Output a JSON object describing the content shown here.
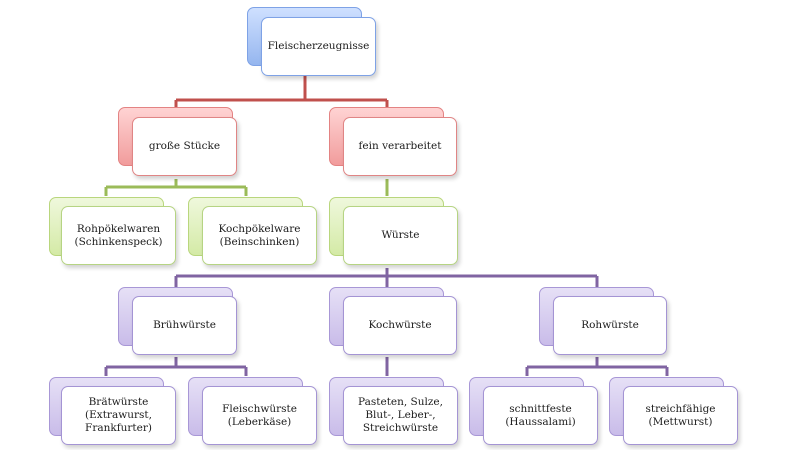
{
  "diagram": {
    "root": {
      "label": "Fleischerzeugnisse"
    },
    "level1": {
      "grosse_stuecke": "große Stücke",
      "fein_verarbeitet": "fein verarbeitet"
    },
    "level2": {
      "rohpoekelwaren": "Rohpökelwaren\n(Schinkenspeck)",
      "kochpoekelware": "Kochpökelware\n(Beinschinken)",
      "wuerste": "Würste"
    },
    "level3": {
      "bruehwuerste": "Brühwürste",
      "kochwuerste": "Kochwürste",
      "rohwuerste": "Rohwürste"
    },
    "level4": {
      "braetwuerste": "Brätwürste\n(Extrawurst,\nFrankfurter)",
      "fleischwuerste": "Fleischwürste\n(Leberkäse)",
      "pasteten": "Pasteten, Sulze,\nBlut-, Leber-,\nStreichwürste",
      "schnittfeste": "schnittfeste\n(Haussalami)",
      "streichfaehige": "streichfähige\n(Mettwurst)"
    },
    "colors": {
      "level0": "#7ea2e6",
      "level1": "#c0504d",
      "level2": "#9bbb59",
      "level3": "#8064a2"
    }
  }
}
